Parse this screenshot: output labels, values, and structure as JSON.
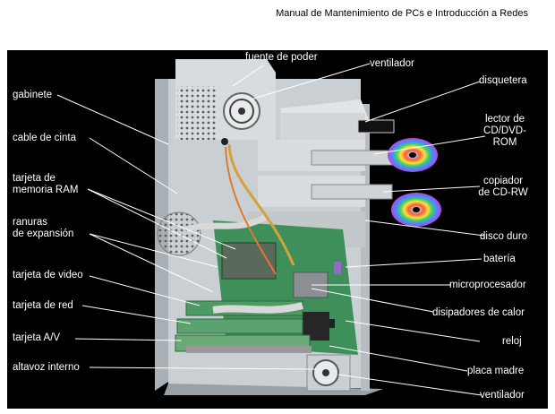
{
  "header": {
    "title": "Manual de Mantenimiento de PCs e Introducción a Redes"
  },
  "labels": {
    "fuente_de_poder": "fuente de poder",
    "ventilador_top": "ventilador",
    "gabinete": "gabinete",
    "cable_de_cinta": "cable de cinta",
    "tarjeta_de_memoria_ram": "tarjeta de\nmemoria RAM",
    "ranuras_de_expansion": "ranuras\nde expansión",
    "tarjeta_de_video": "tarjeta de video",
    "tarjeta_de_red": "tarjeta de red",
    "tarjeta_av": "tarjeta A/V",
    "altavoz_interno": "altavoz interno",
    "disquetera": "disquetera",
    "lector_cd_dvd_rom": "lector de\nCD/DVD-\nROM",
    "copiador_cd_rw": "copiador\nde CD-RW",
    "disco_duro": "disco duro",
    "bateria": "batería",
    "microprocesador": "microprocesador",
    "disipadores_de_calor": "disipadores de calor",
    "reloj": "reloj",
    "placa_madre": "placa madre",
    "ventilador_bottom": "ventilador"
  },
  "colors": {
    "background": "#000000",
    "case": "#c9cfd3",
    "motherboard": "#3f8f5a",
    "leader": "#ffffff"
  }
}
